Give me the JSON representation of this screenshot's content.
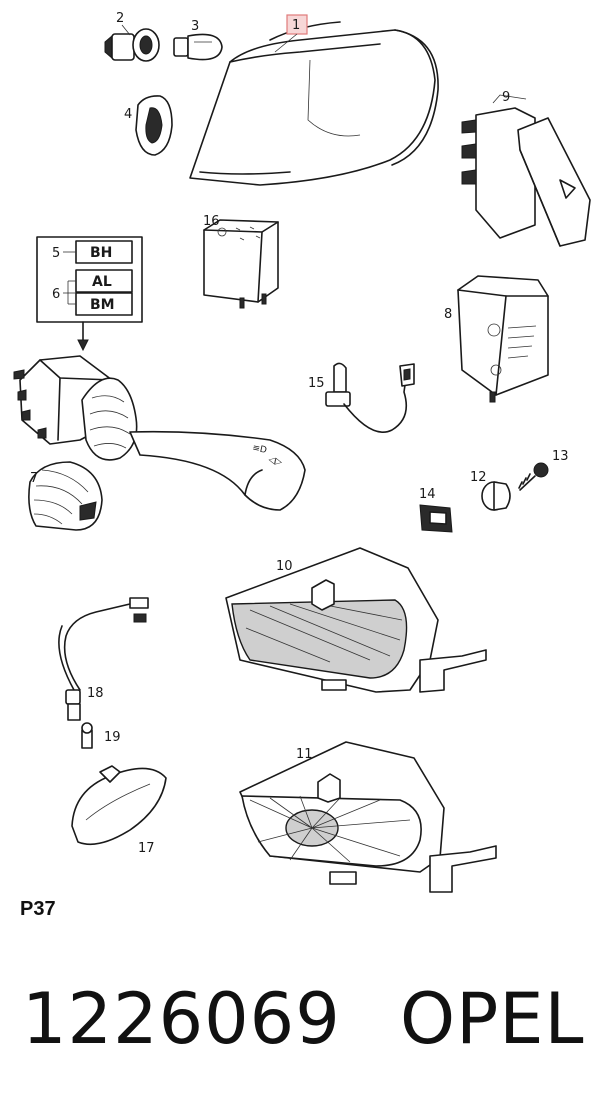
{
  "diagram": {
    "callouts": {
      "c1": "1",
      "c2": "2",
      "c3": "3",
      "c4": "4",
      "c5": "5",
      "c6": "6",
      "c7": "7",
      "c8": "8",
      "c9": "9",
      "c10": "10",
      "c11": "11",
      "c12": "12",
      "c13": "13",
      "c14": "14",
      "c15": "15",
      "c16": "16",
      "c17": "17",
      "c18": "18",
      "c19": "19"
    },
    "code_boxes": {
      "bh": "BH",
      "al": "AL",
      "bm": "BM"
    },
    "highlight_color": "#e07a7a"
  },
  "sheet_label": "P37",
  "footer": {
    "part_number": "1226069",
    "brand": "OPEL"
  }
}
